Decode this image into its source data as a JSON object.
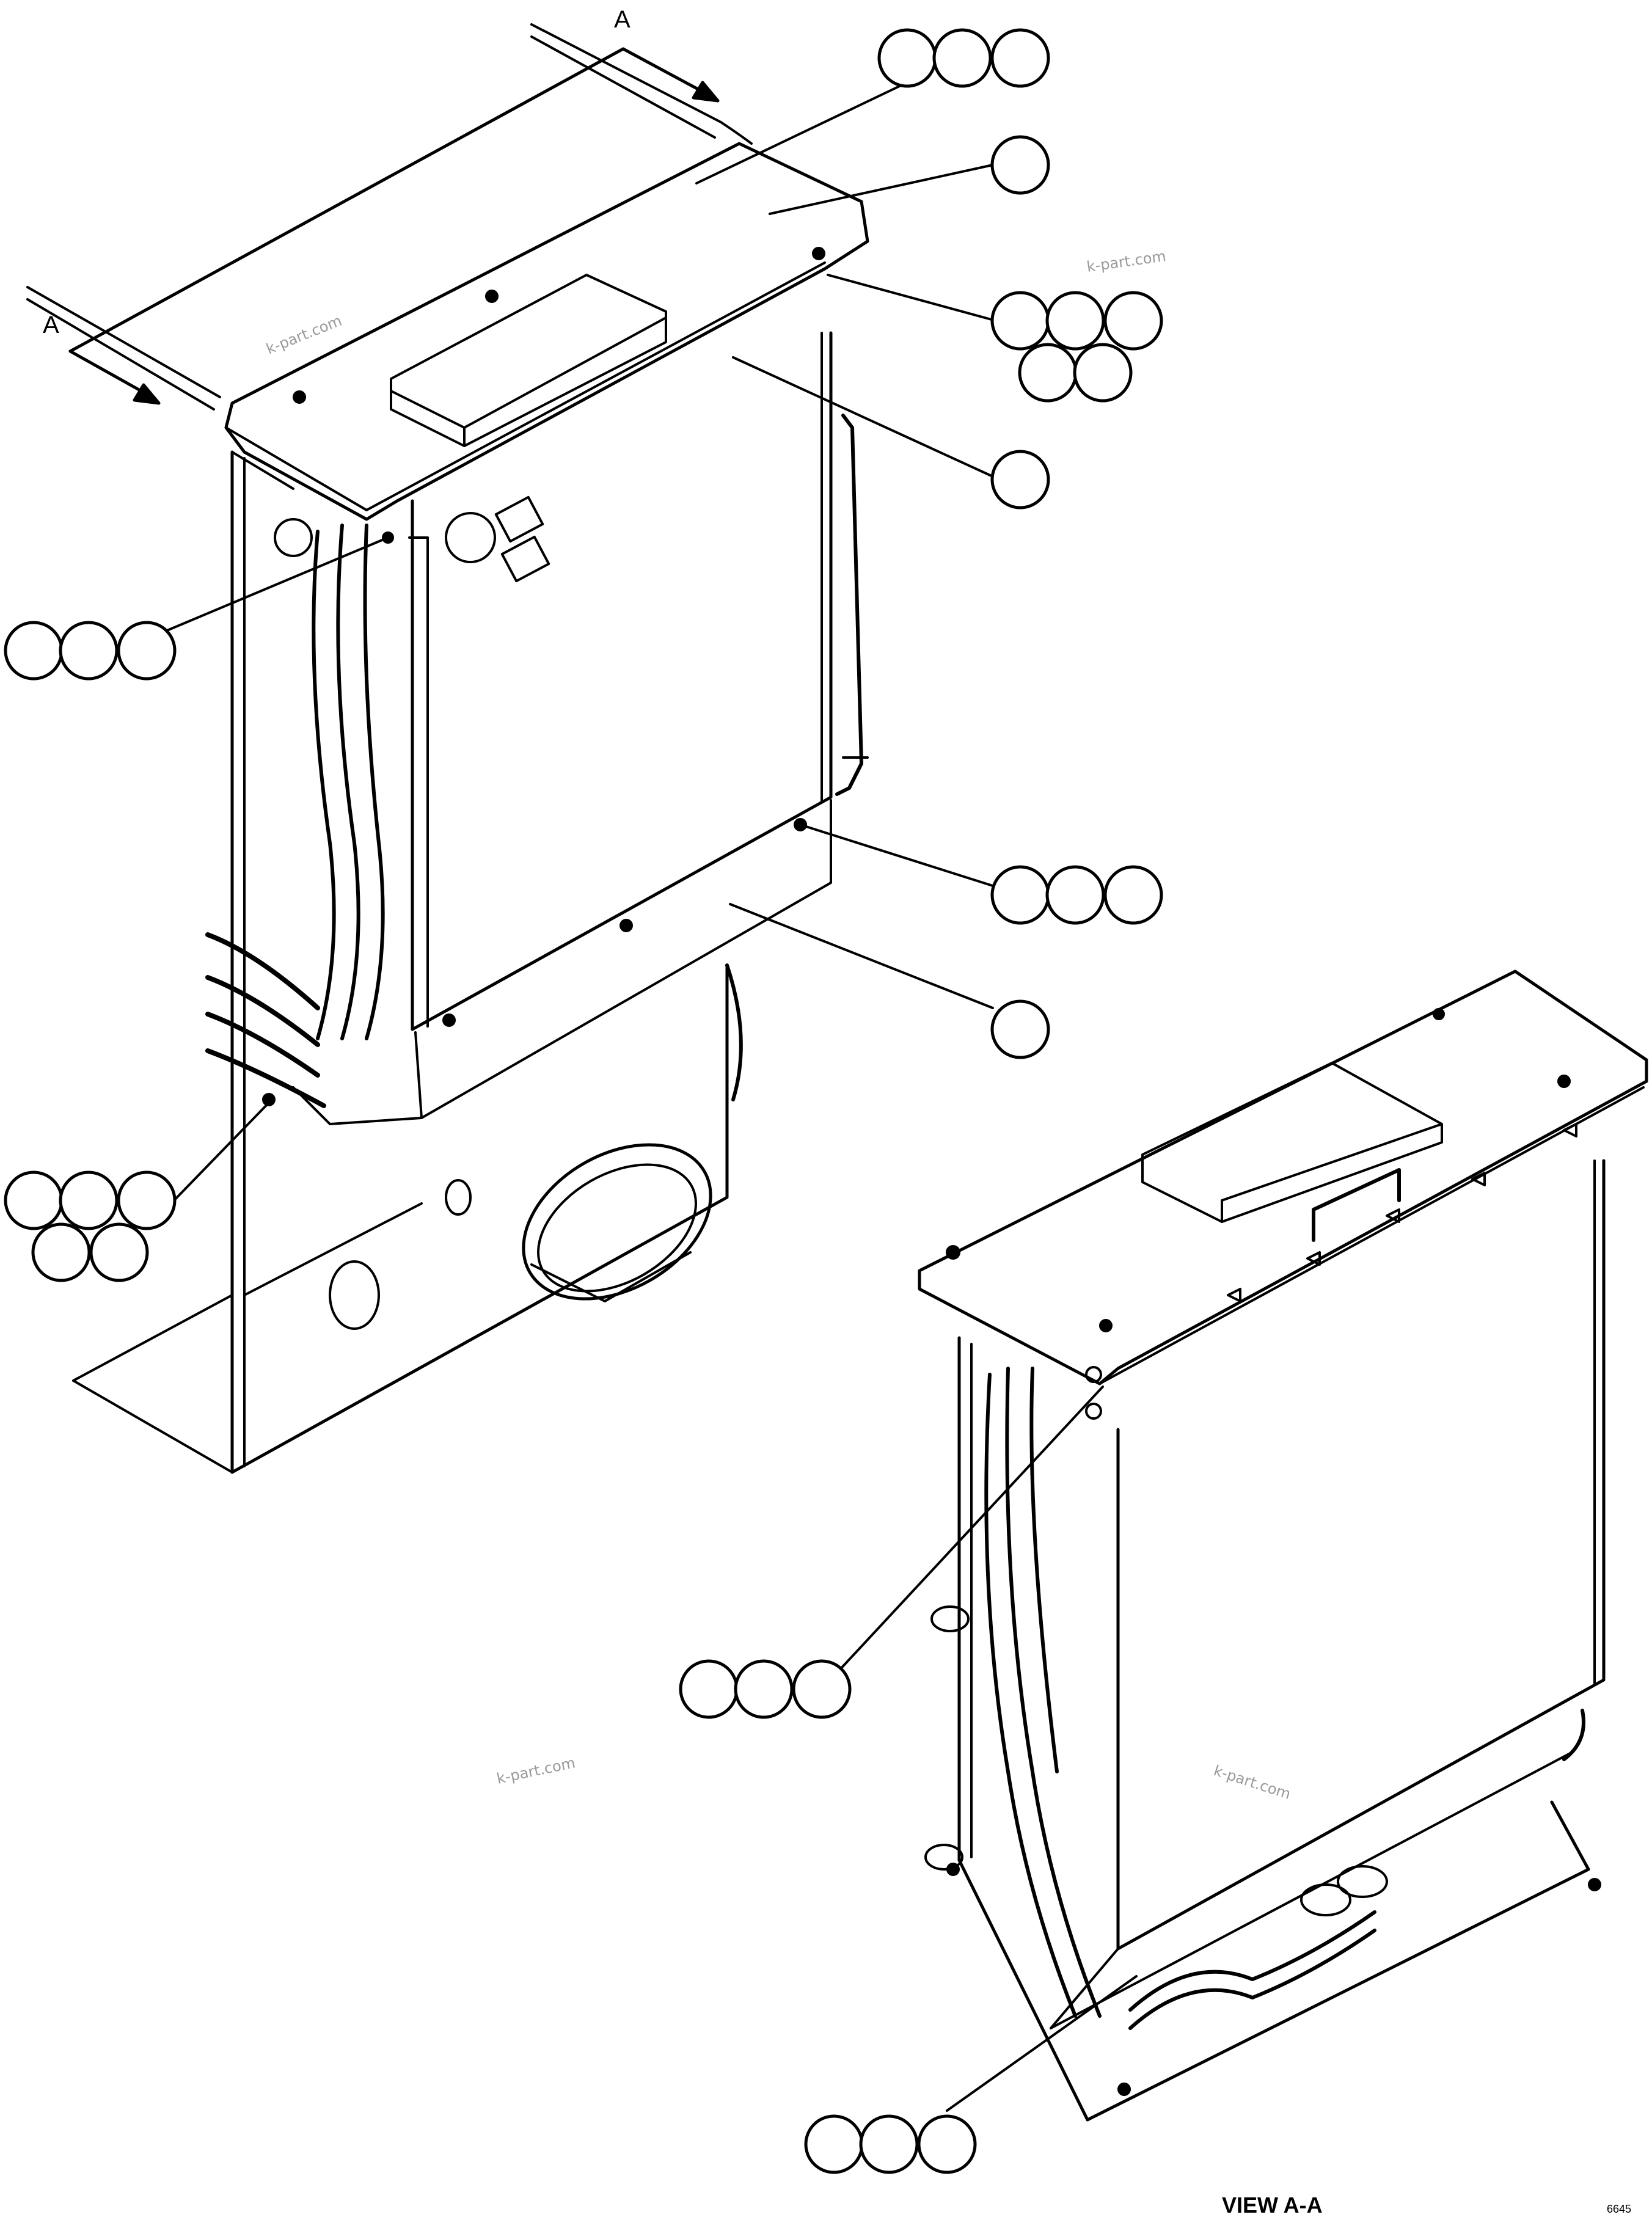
{
  "section_marks": {
    "top": "A",
    "left": "A"
  },
  "view_caption": "VIEW A-A",
  "corner_code": "6645",
  "watermarks": [
    "k-part.com",
    "k-part.com",
    "k-part.com",
    "k-part.com"
  ],
  "callouts": [
    {
      "id": "c1",
      "balloons": 3
    },
    {
      "id": "c2",
      "balloons": 1
    },
    {
      "id": "c3",
      "balloons": 5
    },
    {
      "id": "c4",
      "balloons": 1
    },
    {
      "id": "c5",
      "balloons": 3
    },
    {
      "id": "c6",
      "balloons": 3
    },
    {
      "id": "c7",
      "balloons": 1
    },
    {
      "id": "c8",
      "balloons": 5
    },
    {
      "id": "c9",
      "balloons": 3
    },
    {
      "id": "c10",
      "balloons": 3
    }
  ]
}
